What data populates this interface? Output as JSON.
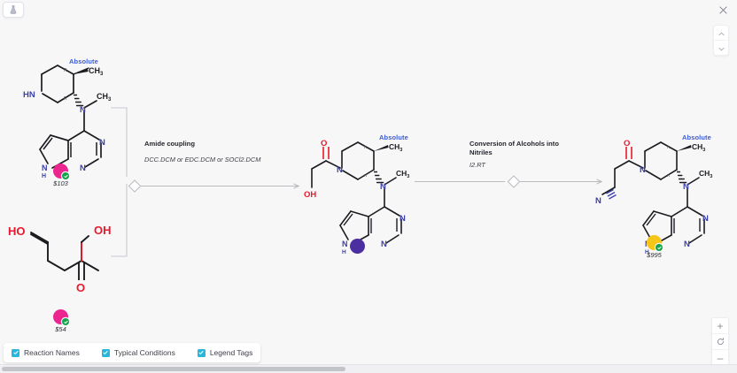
{
  "window": {
    "close_icon": "close-icon",
    "top_left_button_icon": "flask-icon"
  },
  "pager": {
    "up_icon": "chevron-up-icon",
    "down_icon": "chevron-down-icon"
  },
  "zoom_controls": {
    "zoom_in_label": "+",
    "reset_icon": "reset-icon",
    "zoom_out_label": "–"
  },
  "legend": {
    "items": [
      {
        "label": "Reaction Names",
        "checked": true
      },
      {
        "label": "Typical Conditions",
        "checked": true
      },
      {
        "label": "Legend Tags",
        "checked": true
      }
    ]
  },
  "scheme": {
    "stereo_label": "Absolute",
    "nodes": [
      {
        "id": "reactant-amine",
        "name": "3-amino-N-methyl-piperidine pyrrolopyrimidine",
        "stereo": "Absolute",
        "badge": {
          "color": "#ec268f",
          "has_check": true,
          "price": "$103"
        },
        "atom_labels": [
          "HN",
          "CH",
          "N",
          "CH",
          "N",
          "N",
          "N"
        ]
      },
      {
        "id": "reactant-acid",
        "name": "3-hydroxypropanoic acid",
        "stereo": "",
        "badge": {
          "color": "#ec268f",
          "has_check": true,
          "price": "$54"
        },
        "atom_labels": [
          "HO",
          "OH",
          "O"
        ]
      },
      {
        "id": "intermediate",
        "name": "3-hydroxypropanoyl piperidine intermediate",
        "stereo": "Absolute",
        "badge": {
          "color": "#4b2ea0",
          "has_check": false,
          "price": ""
        },
        "atom_labels": [
          "O",
          "N",
          "CH",
          "N",
          "CH",
          "OH",
          "N",
          "N",
          "N"
        ]
      },
      {
        "id": "product-tofacitinib",
        "name": "Tofacitinib",
        "stereo": "Absolute",
        "badge": {
          "color": "#f5c518",
          "has_check": true,
          "price": "$995"
        },
        "atom_labels": [
          "O",
          "N",
          "CH",
          "N",
          "CH",
          "N",
          "N",
          "N",
          "N"
        ]
      }
    ],
    "reactions": [
      {
        "id": "reaction-1",
        "title": "Amide coupling",
        "conditions": "DCC.DCM or EDC.DCM or SOCl2.DCM"
      },
      {
        "id": "reaction-2",
        "title": "Conversion of Alcohols into Nitriles",
        "conditions": "I2.RT"
      }
    ]
  },
  "colors": {
    "accent": "#29b6dd",
    "stereo_blue": "#3b5bdb",
    "nitrogen": "#3b3fa8",
    "oxygen": "#e8192c",
    "bond": "#1b1c20",
    "edge": "#b9bbc0",
    "canvas": "#f7f7f8"
  }
}
